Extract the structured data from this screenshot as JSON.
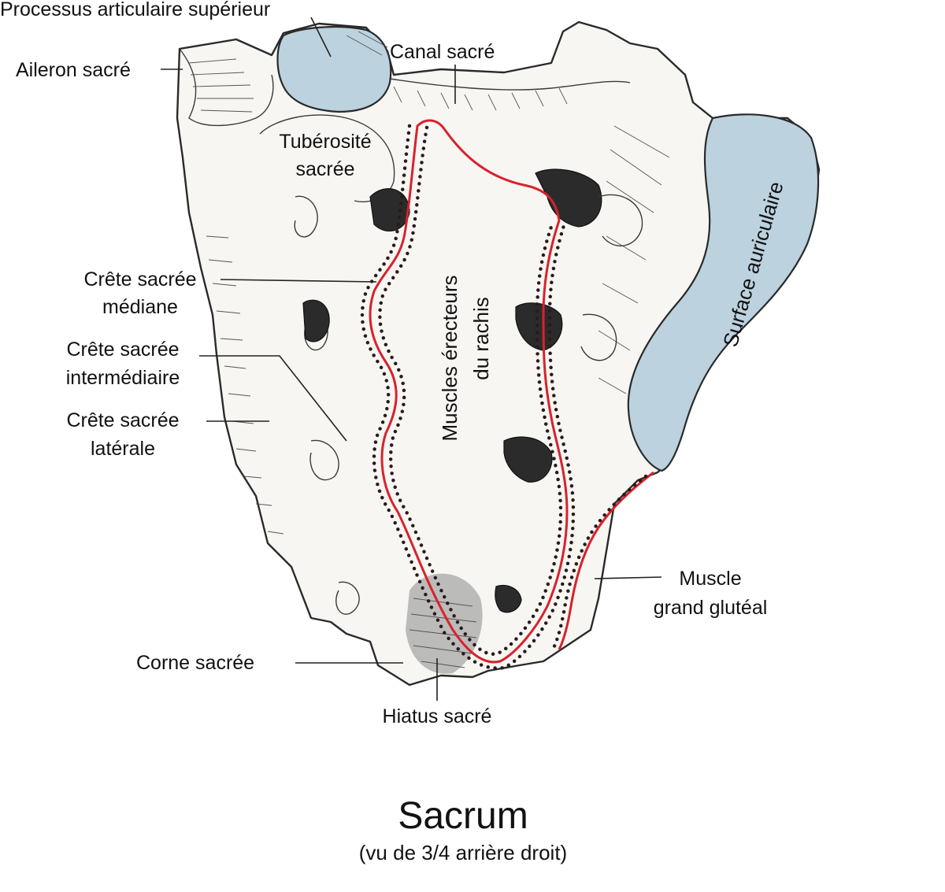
{
  "figure": {
    "title": "Sacrum",
    "subtitle": "(vu de 3/4 arrière droit)"
  },
  "labels": {
    "processus_articulaire_superieur": "Processus articulaire supérieur",
    "canal_sacre": "Canal sacré",
    "aileron_sacre": "Aileron sacré",
    "tuberosite_sacree_1": "Tubérosité",
    "tuberosite_sacree_2": "sacrée",
    "surface_auriculaire": "Surface auriculaire",
    "muscles_erecteurs_1": "Muscles érecteurs",
    "muscles_erecteurs_2": "du rachis",
    "crete_mediane_1": "Crête sacrée",
    "crete_mediane_2": "médiane",
    "crete_intermediaire_1": "Crête sacrée",
    "crete_intermediaire_2": "intermédiaire",
    "crete_laterale_1": "Crête sacrée",
    "crete_laterale_2": "latérale",
    "muscle_grand_gluteal_1": "Muscle",
    "muscle_grand_gluteal_2": "grand glutéal",
    "corne_sacree": "Corne sacrée",
    "hiatus_sacre": "Hiatus sacré"
  },
  "colors": {
    "bone": "#f7f6f3",
    "cartilage": "#bcd2de",
    "muscle_outline": "#d8222c",
    "ink": "#111111"
  }
}
